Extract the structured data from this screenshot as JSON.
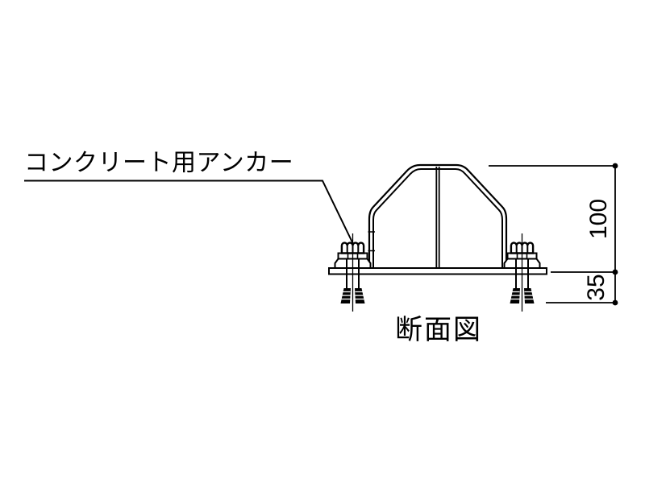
{
  "colors": {
    "background": "#ffffff",
    "line": "#000000"
  },
  "callout": {
    "label": "コンクリート用アンカー"
  },
  "caption": "断面図",
  "dimensions": {
    "overall_height": "100",
    "embed_depth": "35"
  }
}
